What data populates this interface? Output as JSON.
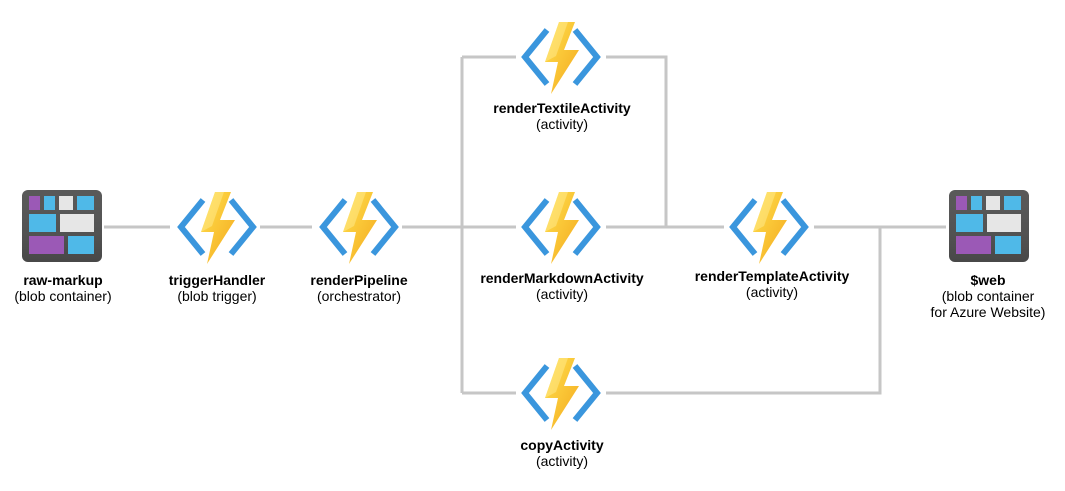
{
  "colors": {
    "connector": "#c6c6c6",
    "bracket": "#3a96dd",
    "bolt_light": "#ffd33d",
    "bolt_dark": "#f2b21b",
    "storage_frame": "#505050",
    "storage_purple": "#9b59b6",
    "storage_blue": "#4fb9e8",
    "storage_white": "#e6e6e6",
    "storage_dark_purple": "#7a3b9a"
  },
  "nodes": {
    "raw_markup": {
      "name": "raw-markup",
      "sub": "(blob container)",
      "icon": "blob-storage-icon"
    },
    "trigger_handler": {
      "name": "triggerHandler",
      "sub": "(blob trigger)",
      "icon": "azure-function-icon"
    },
    "render_pipeline": {
      "name": "renderPipeline",
      "sub": "(orchestrator)",
      "icon": "azure-function-icon"
    },
    "render_textile_activity": {
      "name": "renderTextileActivity",
      "sub": "(activity)",
      "icon": "azure-function-icon"
    },
    "render_markdown_activity": {
      "name": "renderMarkdownActivity",
      "sub": "(activity)",
      "icon": "azure-function-icon"
    },
    "copy_activity": {
      "name": "copyActivity",
      "sub": "(activity)",
      "icon": "azure-function-icon"
    },
    "render_template_activity": {
      "name": "renderTemplateActivity",
      "sub": "(activity)",
      "icon": "azure-function-icon"
    },
    "web": {
      "name": "$web",
      "sub": "(blob container",
      "sub2": "for Azure Website)",
      "icon": "blob-storage-icon"
    }
  }
}
